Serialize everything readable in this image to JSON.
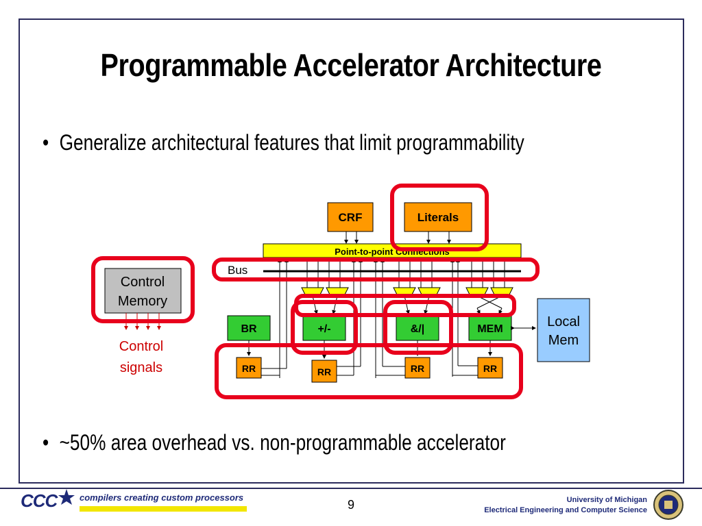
{
  "title": "Programmable Accelerator Architecture",
  "bullets": [
    "Generalize architectural features that limit programmability",
    "~50% area overhead vs. non-programmable accelerator"
  ],
  "diagram": {
    "crf": "CRF",
    "literals": "Literals",
    "p2p": "Point-to-point Connections",
    "bus": "Bus",
    "control_memory": [
      "Control",
      "Memory"
    ],
    "control_signals": [
      "Control",
      "signals"
    ],
    "fus": [
      "BR",
      "+/-",
      "&/|",
      "MEM"
    ],
    "rr": "RR",
    "local_mem": [
      "Local",
      "Mem"
    ],
    "colors": {
      "orange": "#ff9900",
      "green": "#33cc33",
      "yellow": "#ffff00",
      "blue": "#99ccff",
      "gray": "#c0c0c0",
      "highlight_red": "#e8001c",
      "signal_red": "#cc0000"
    }
  },
  "footer": {
    "logo": "CCC",
    "tagline": "compilers creating custom processors",
    "page_number": "9",
    "university": "University of Michigan",
    "department": "Electrical Engineering and Computer Science"
  }
}
